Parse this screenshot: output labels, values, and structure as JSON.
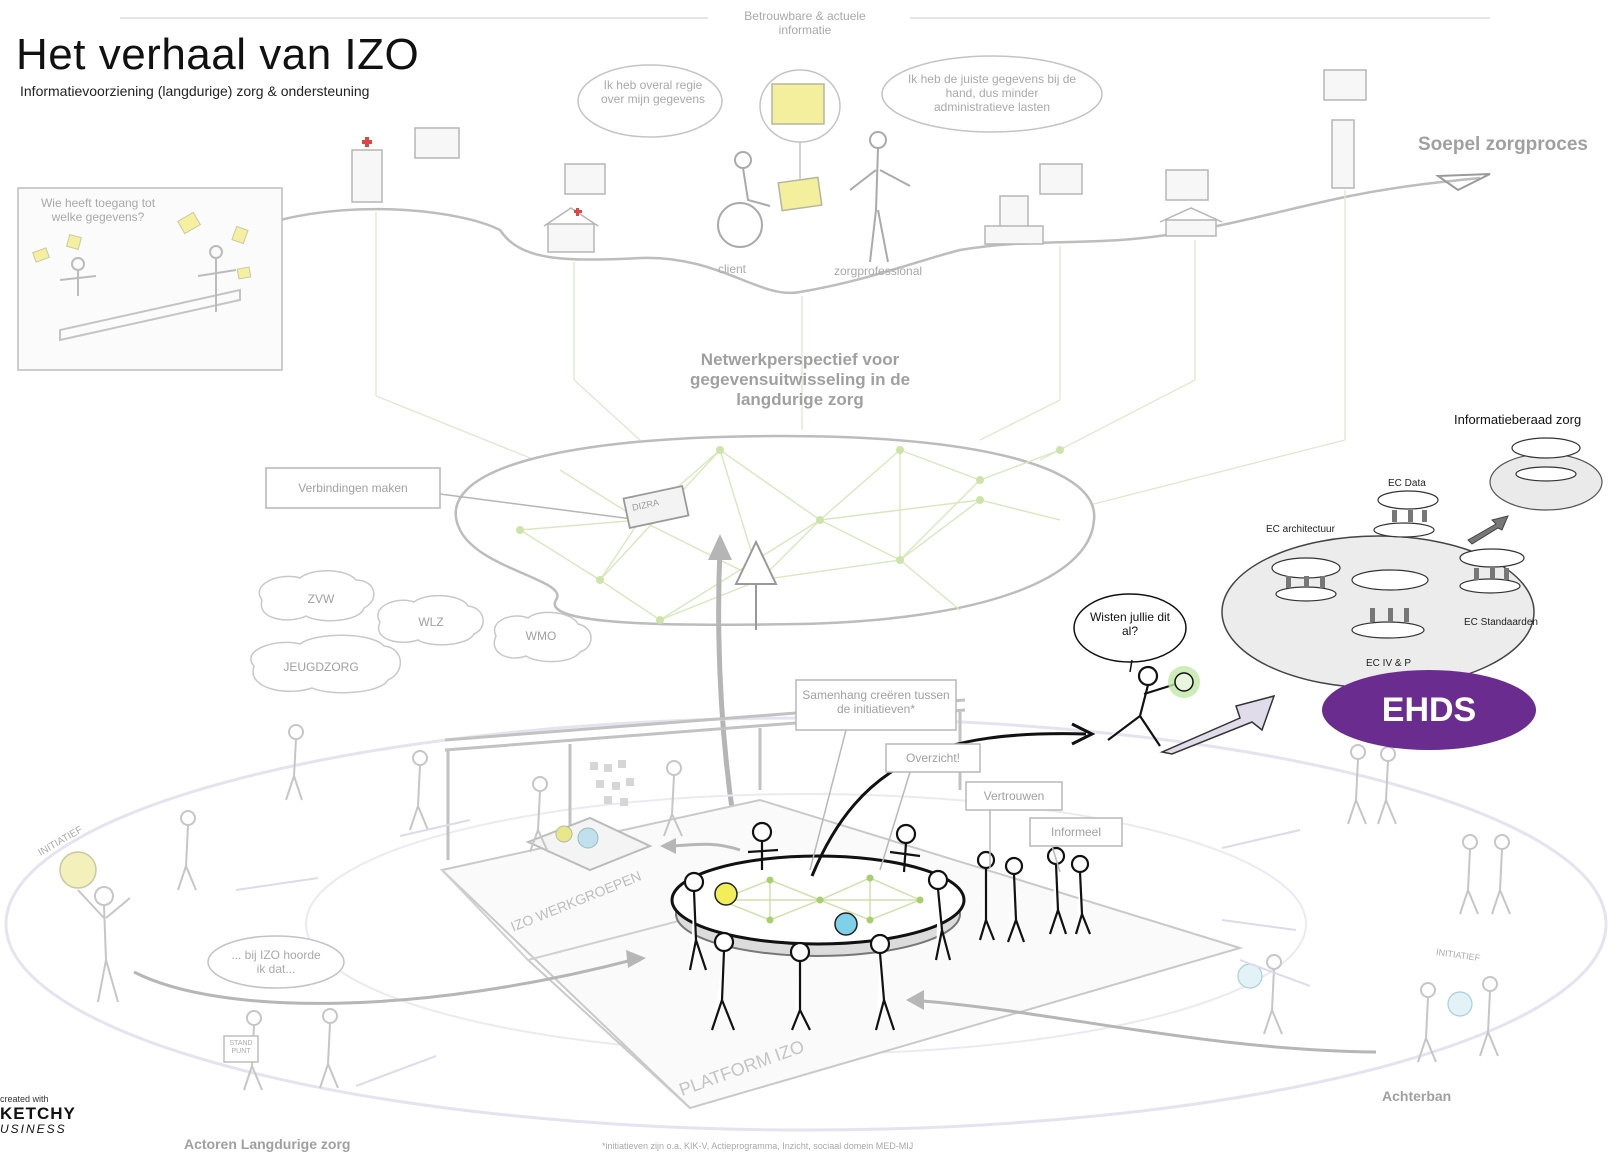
{
  "title": "Het verhaal van IZO",
  "subtitle": "Informatievoorziening (langdurige) zorg & ondersteuning",
  "top_label": "Betrouwbare & actuele informatie",
  "process_label": "Soepel zorgproces",
  "bubbles": {
    "client_quote": "Ik heb overal regie over mijn gegevens",
    "professional_quote": "Ik heb de juiste gegevens bij de hand, dus minder administratieve lasten",
    "access_question": "Wie heeft toegang tot welke gegevens?",
    "wisten": "Wisten jullie dit al?",
    "bij_izo": "... bij IZO hoorde ik dat..."
  },
  "people": {
    "client": "client",
    "professional": "zorgprofessional"
  },
  "network_title": "Netwerkperspectief voor gegevensuitwisseling in de langdurige zorg",
  "labels": {
    "verbindingen": "Verbindingen maken",
    "samenhang": "Samenhang creëren tussen de initiatieven*",
    "overzicht": "Overzicht!",
    "vertrouwen": "Vertrouwen",
    "informeel": "Informeel"
  },
  "clouds": [
    "ZVW",
    "WLZ",
    "WMO",
    "JEUGDZORG"
  ],
  "sketch_text": {
    "dizra": "DIZRA",
    "werkgroepen": "IZO WERKGROEPEN",
    "platform": "PLATFORM IZO",
    "initiatief_left": "INITIATIEF",
    "initiatief_right": "INITIATIEF",
    "standpunt": "STAND PUNT"
  },
  "informatieberaad": {
    "title": "Informatieberaad zorg",
    "ec_data": "EC Data",
    "ec_architectuur": "EC architectuur",
    "ec_standaarden": "EC Standaarden",
    "ec_ivp": "EC IV & P"
  },
  "ehds": "EHDS",
  "bottom": {
    "actoren": "Actoren Langdurige zorg",
    "achterban": "Achterban",
    "footnote": "*initiatieven zijn o.a. KIK-V, Actieprogramma, Inzicht, sociaal domein MED-MIJ"
  },
  "logo": {
    "created_with": "created with",
    "name": "KETCHY",
    "sub": "USINESS"
  },
  "colors": {
    "ehds_purple": "#6b2c8f",
    "network_green": "#c9e0a8",
    "bulb_yellow": "#f2ee8c",
    "bulb_blue": "#8fd3e8"
  }
}
